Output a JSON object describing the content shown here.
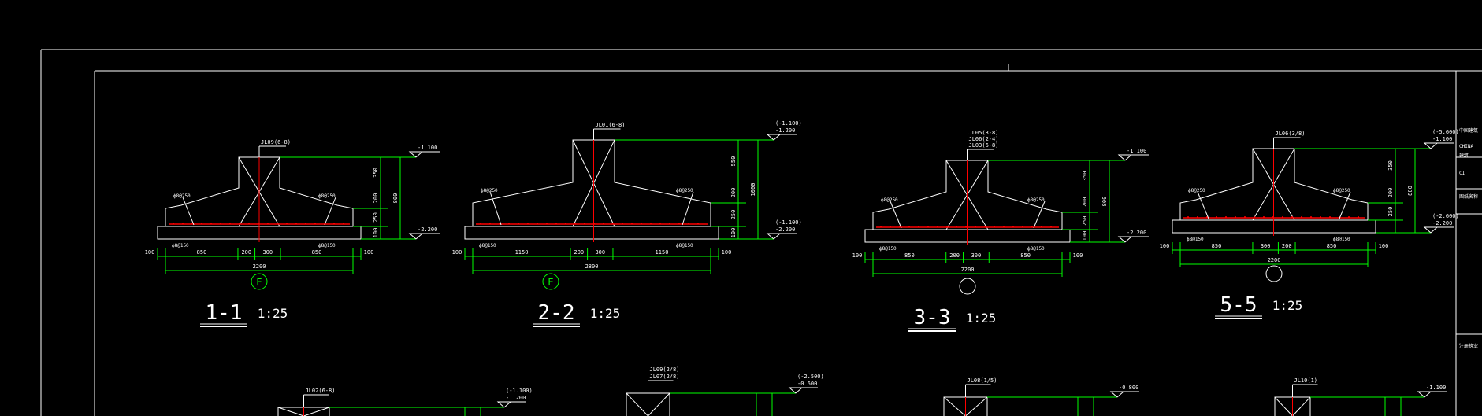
{
  "colors": {
    "background": "#000000",
    "frame": "#ffffff",
    "structure": "#ffffff",
    "dimension": "#00ff00",
    "rebar": "#ff0000",
    "axis_marker": "#00ff00"
  },
  "sections": [
    {
      "title": "1-1",
      "scale": "1:25",
      "axis": "E",
      "beam_note": "JL09(6-8)",
      "level_top": "-1.100",
      "level_bottom": "-2.200",
      "rebar_left": "ф8@250",
      "rebar_right": "ф8@250",
      "mesh_left": "ф8@150",
      "mesh_right": "ф8@150",
      "dims_bottom": [
        "100",
        "850",
        "200",
        "300",
        "850",
        "100"
      ],
      "dims_total": "2200",
      "dims_right": [
        "350",
        "200",
        "250",
        "100"
      ],
      "dims_right_total": "800"
    },
    {
      "title": "2-2",
      "scale": "1:25",
      "axis": "E",
      "beam_note": "JL01(6-8)",
      "level_top": "(-1.100)",
      "level_top_2": "-1.200",
      "level_bottom": "(-1.100)",
      "level_bottom_2": "-2.200",
      "rebar_left": "ф8@250",
      "rebar_right": "ф8@250",
      "mesh_left": "ф8@150",
      "mesh_right": "ф8@150",
      "dims_bottom": [
        "100",
        "1150",
        "200",
        "300",
        "1150",
        "100"
      ],
      "dims_total": "2800",
      "dims_right": [
        "550",
        "200",
        "250",
        "100"
      ],
      "dims_right_total": "1000"
    },
    {
      "title": "3-3",
      "scale": "1:25",
      "axis": "",
      "beam_note": "JL05(3-8)",
      "beam_note_2": "JL06(2-4)",
      "beam_note_3": "JL03(6-8)",
      "level_top": "-1.100",
      "level_bottom": "-2.200",
      "rebar_left": "ф8@250",
      "rebar_right": "ф8@250",
      "mesh_left": "ф8@150",
      "mesh_right": "ф8@150",
      "dims_bottom": [
        "100",
        "850",
        "200",
        "300",
        "850",
        "100"
      ],
      "dims_total": "2200",
      "dims_right": [
        "350",
        "200",
        "250",
        "100"
      ],
      "dims_right_total": "800"
    },
    {
      "title": "5-5",
      "scale": "1:25",
      "axis": "",
      "beam_note": "JL06(3/8)",
      "level_top": "(-5.600)",
      "level_top_2": "-1.100",
      "level_bottom": "(-2.600)",
      "level_bottom_2": "-2.200",
      "rebar_left": "ф8@250",
      "rebar_right": "ф8@250",
      "mesh_left": "ф8@150",
      "mesh_right": "ф8@150",
      "dims_bottom": [
        "100",
        "850",
        "300",
        "200",
        "850",
        "100"
      ],
      "dims_total": "2200",
      "dims_right": [
        "350",
        "200",
        "250"
      ],
      "dims_right_total": "800"
    }
  ],
  "lower_row": [
    {
      "beam_note": "JL02(6-8)",
      "level": "(-1.100)",
      "level_2": "-1.200"
    },
    {
      "beam_note": "JL09(2/8)",
      "beam_note_2": "JL07(2/8)",
      "level": "(-2.500)",
      "level_2": "-0.600"
    },
    {
      "beam_note": "JL08(1/5)",
      "level": "-0.800"
    },
    {
      "beam_note": "JL10(1)",
      "level": "-1.100"
    }
  ],
  "title_block": {
    "company": "中国建筑",
    "row1": "CHINA",
    "row2": "建筑",
    "row3": "CI",
    "row4": "图纸名称",
    "row5": "注册执业"
  }
}
